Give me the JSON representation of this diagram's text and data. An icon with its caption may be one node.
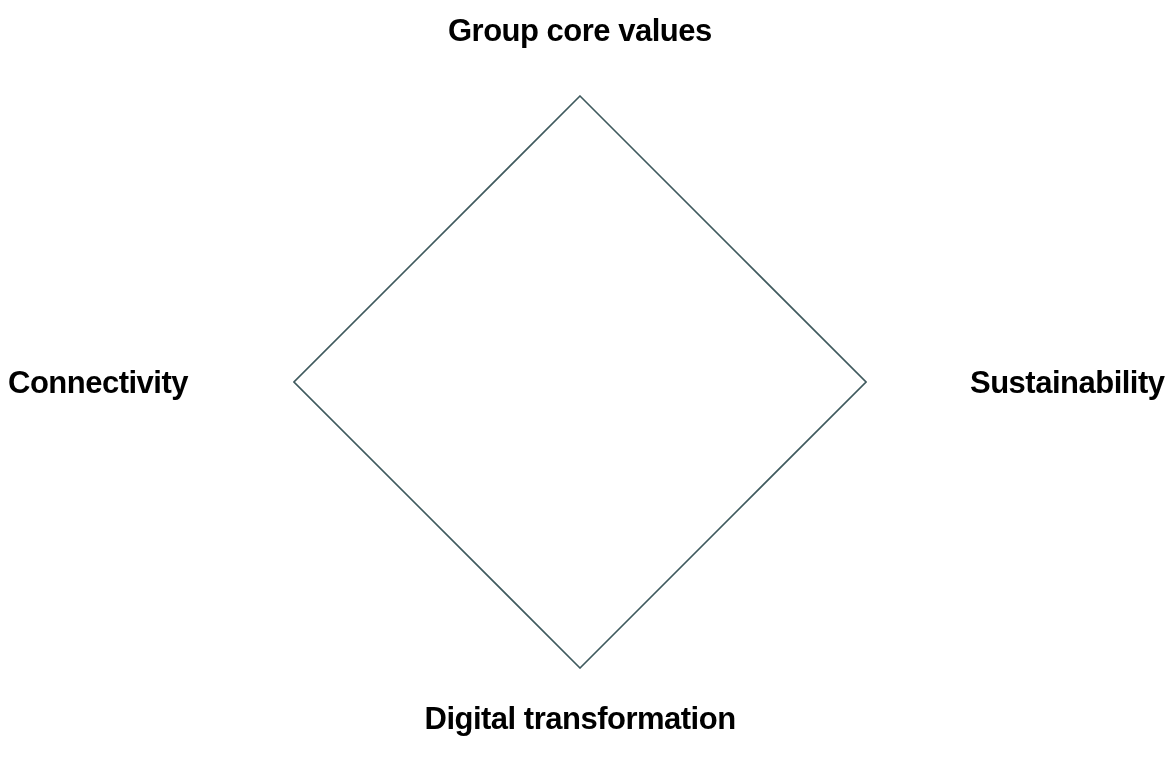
{
  "diagram": {
    "nodes": [
      {
        "text": [],
        "shape": "diamond"
      }
    ],
    "labels": [
      "Group core values",
      "Connectivity",
      "Sustainability",
      "Digital transformation"
    ]
  }
}
